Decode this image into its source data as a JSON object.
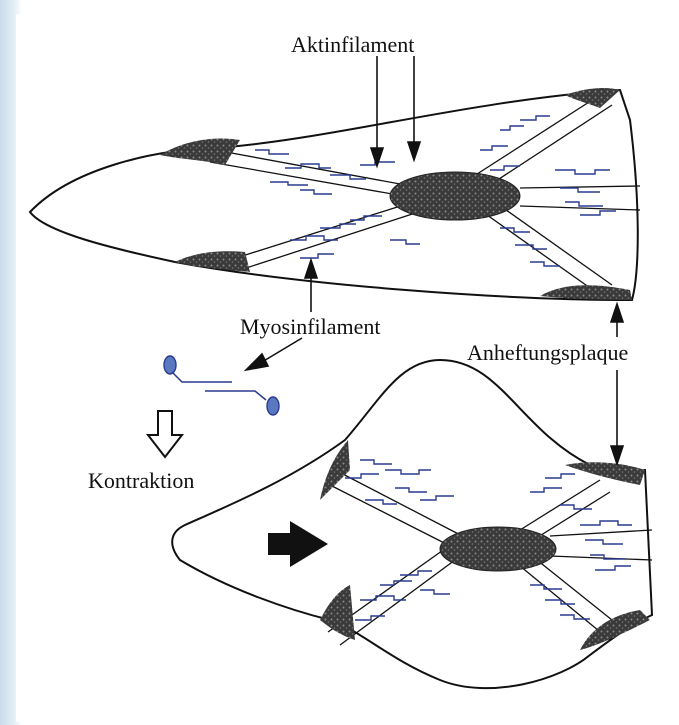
{
  "labels": {
    "actin": "Aktinfilament",
    "myosin": "Myosinfilament",
    "plaque": "Anheftungsplaque",
    "contraction": "Kontraktion"
  },
  "colors": {
    "background_strip": "#c9dceb",
    "filament": "#2a3b8f",
    "myosin_head": "#3f5fae",
    "plaque": "#2b2b2b",
    "outline": "#111111"
  },
  "icons": [
    "open-down-arrow-icon",
    "filled-right-arrow-icon"
  ]
}
